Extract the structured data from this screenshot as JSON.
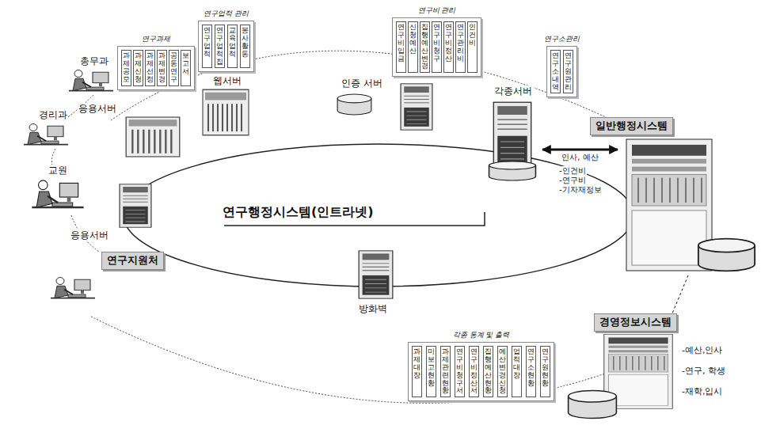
{
  "diagram": {
    "nodes": [
      {
        "text": [
          "연구과제"
        ]
      },
      {
        "text": [
          "과제공모"
        ],
        "in": 0
      },
      {
        "text": [
          "과제신청"
        ],
        "in": 0
      },
      {
        "text": [
          "과제선정"
        ],
        "in": 0
      },
      {
        "text": [
          "과제변경"
        ],
        "in": 0
      },
      {
        "text": [
          "공동연구"
        ],
        "in": 0
      },
      {
        "text": [
          "보고서"
        ],
        "in": 0
      },
      {
        "text": [
          "연구업적 관리"
        ]
      },
      {
        "text": [
          "연구업적"
        ],
        "in": 7
      },
      {
        "text": [
          "연구업적집"
        ],
        "in": 7
      },
      {
        "text": [
          "교육업적"
        ],
        "in": 7
      },
      {
        "text": [
          "봉사활동"
        ],
        "in": 7
      },
      {
        "text": [
          "연구비 관리"
        ]
      },
      {
        "text": [
          "연구비입금"
        ],
        "in": 12
      },
      {
        "text": [
          "신청예산"
        ],
        "in": 12
      },
      {
        "text": [
          "집행예산변경"
        ],
        "in": 12
      },
      {
        "text": [
          "연구비청구"
        ],
        "in": 12
      },
      {
        "text": [
          "연구비정산"
        ],
        "in": 12
      },
      {
        "text": [
          "연구관리비"
        ],
        "in": 12
      },
      {
        "text": [
          "인건비"
        ],
        "in": 12
      },
      {
        "text": [
          "연구소관리"
        ]
      },
      {
        "text": [
          "연구소내역"
        ],
        "in": 20
      },
      {
        "text": [
          "연구원관리"
        ],
        "in": 20
      },
      {
        "text": [
          "각종서버"
        ]
      },
      {
        "text": [
          "일반행정시스템"
        ]
      },
      {
        "text": [
          "연구지원처"
        ]
      },
      {
        "text": [
          "경영정보시스템"
        ]
      },
      {
        "text": [
          "각종 통계 및 출력"
        ]
      },
      {
        "text": [
          "과제대장"
        ],
        "in": 27
      },
      {
        "text": [
          "미보고현황"
        ],
        "in": 27
      },
      {
        "text": [
          "과제관련현황"
        ],
        "in": 27
      },
      {
        "text": [
          "연구비청구서"
        ],
        "in": 27
      },
      {
        "text": [
          "연구비정산서"
        ],
        "in": 27
      },
      {
        "text": [
          "집행예산현황"
        ],
        "in": 27
      },
      {
        "text": [
          "예산변경신청"
        ],
        "in": 27
      },
      {
        "text": [
          "업적대장"
        ],
        "in": 27
      },
      {
        "text": [
          "연구소현황"
        ],
        "in": 27
      },
      {
        "text": [
          "연구원현황"
        ],
        "in": 27
      }
    ],
    "edges": [
      {
        "from": 23,
        "to": 24,
        "label": "인사, 예산",
        "arrow": "both"
      },
      {
        "from": 24,
        "to": 26,
        "arrow": "none"
      }
    ],
    "labels": [
      "총무과",
      "경리과",
      "교원",
      "응용서버",
      "웹서버",
      "인증 서버",
      "응용서버",
      "방화벽",
      "연구행정시스템(인트라넷)",
      "-인건비",
      "-연구비",
      "-기자재정보",
      "-예산,인사",
      "-연구, 학생",
      "-재학,입시"
    ]
  }
}
